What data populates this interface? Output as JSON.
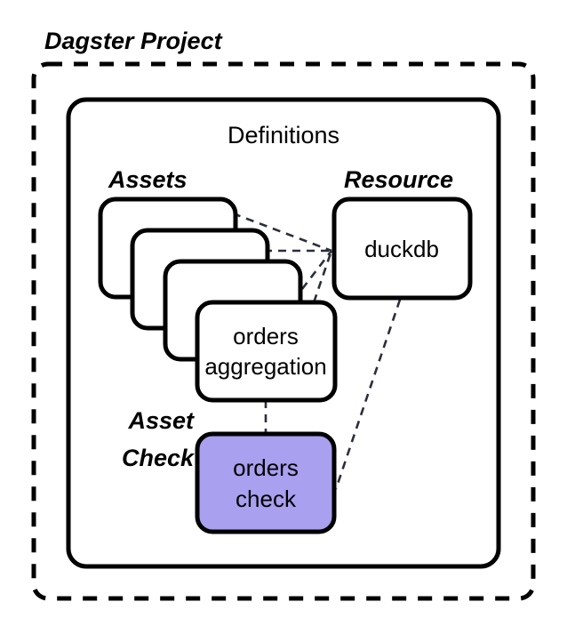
{
  "diagram": {
    "title": "Dagster Project",
    "colors": {
      "stroke": "#000000",
      "connector": "#2b2f3a",
      "box_fill": "#ffffff",
      "asset_check_fill": "#a9a0f0",
      "background": "#ffffff"
    },
    "outer_container": {
      "label": "Dagster Project",
      "border_style": "dashed"
    },
    "inner_container": {
      "label": "Definitions",
      "border_style": "solid"
    },
    "groups": [
      {
        "key": "assets",
        "label": "Assets"
      },
      {
        "key": "resource",
        "label": "Resource"
      },
      {
        "key": "asset_check",
        "label_line1": "Asset",
        "label_line2": "Check"
      }
    ],
    "nodes": {
      "asset_stack": {
        "count": 4,
        "front_label_line1": "orders",
        "front_label_line2": "aggregation"
      },
      "resource": {
        "label": "duckdb"
      },
      "asset_check": {
        "label_line1": "orders",
        "label_line2": "check"
      }
    },
    "edges": [
      {
        "from": "asset-card-1",
        "to": "duckdb",
        "style": "dashed"
      },
      {
        "from": "asset-card-2",
        "to": "duckdb",
        "style": "dashed"
      },
      {
        "from": "asset-card-3",
        "to": "duckdb",
        "style": "dashed"
      },
      {
        "from": "orders-aggregation",
        "to": "duckdb",
        "style": "dashed"
      },
      {
        "from": "orders-aggregation",
        "to": "orders-check",
        "style": "dashed"
      },
      {
        "from": "duckdb",
        "to": "orders-check",
        "style": "dashed"
      }
    ]
  }
}
